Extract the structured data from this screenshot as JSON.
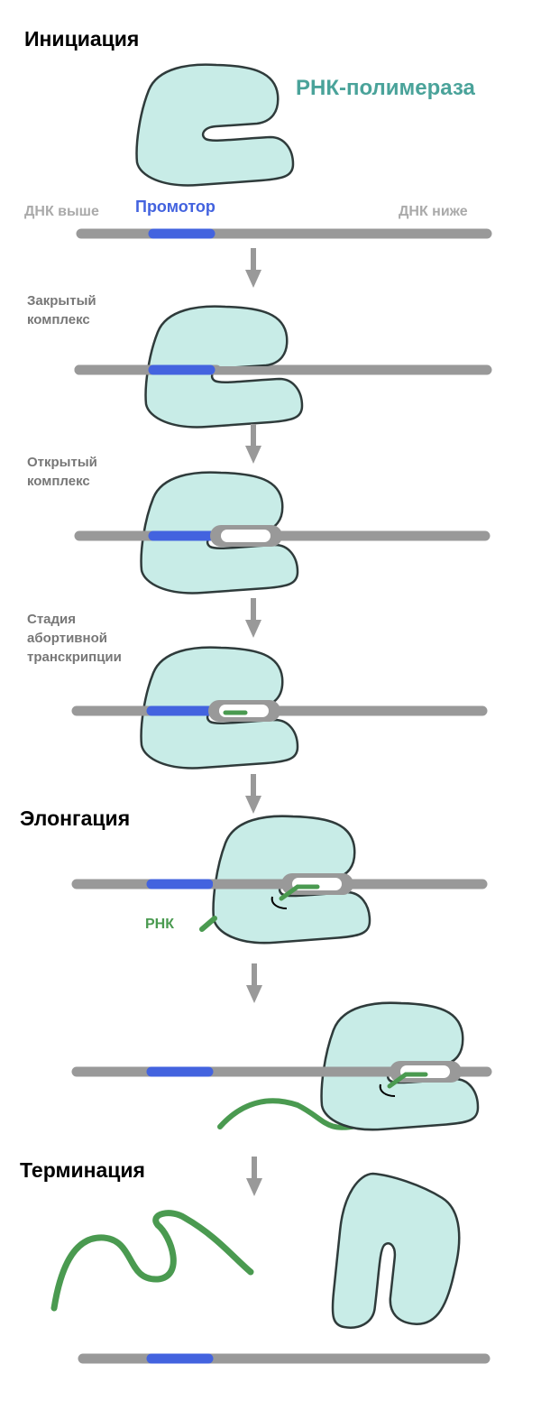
{
  "headings": {
    "initiation": "Инициация",
    "elongation": "Элонгация",
    "termination": "Терминация"
  },
  "labels": {
    "polymerase": "РНК-полимераза",
    "dna_upstream": "ДНК выше",
    "promoter": "Промотор",
    "dna_downstream": "ДНК ниже",
    "closed_complex": "Закрытый\nкомплекс",
    "open_complex": "Открытый\nкомплекс",
    "abortive": "Стадия\nабортивной\nтранскрипции",
    "rna": "РНК"
  },
  "colors": {
    "polymerase_fill": "#c8ece7",
    "polymerase_stroke": "#2f3b3b",
    "dna": "#999999",
    "promoter": "#4363df",
    "rna": "#4a9a50",
    "polymerase_label": "#4aa39a"
  }
}
